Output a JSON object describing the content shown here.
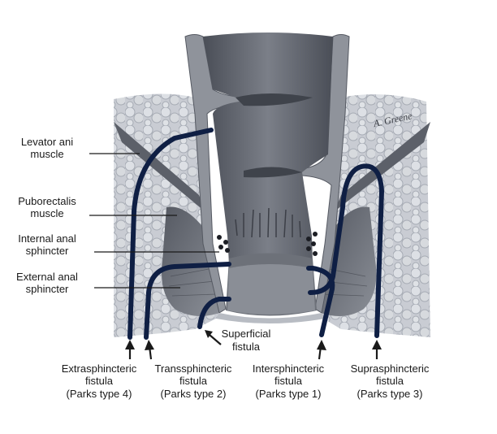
{
  "labels": {
    "levator": [
      "Levator ani",
      "muscle"
    ],
    "puborectalis": [
      "Puborectalis",
      "muscle"
    ],
    "internal": [
      "Internal anal",
      "sphincter"
    ],
    "external": [
      "External anal",
      "sphincter"
    ],
    "superficial": [
      "Superficial",
      "fistula"
    ]
  },
  "fistulas": [
    {
      "lines": [
        "Extrasphincteric",
        "fistula",
        "(Parks type 4)"
      ]
    },
    {
      "lines": [
        "Transsphincteric",
        "fistula",
        "(Parks type 2)"
      ]
    },
    {
      "lines": [
        "Intersphincteric",
        "fistula",
        "(Parks type 1)"
      ]
    },
    {
      "lines": [
        "Suprasphincteric",
        "fistula",
        "(Parks type 3)"
      ]
    }
  ],
  "signature": "A. Greene",
  "colors": {
    "fistula": "#0f1f44",
    "tissue": "#c7cbd3",
    "muscle": "#6a6e77",
    "lumen": "#5b5f68",
    "background": "#ffffff"
  }
}
